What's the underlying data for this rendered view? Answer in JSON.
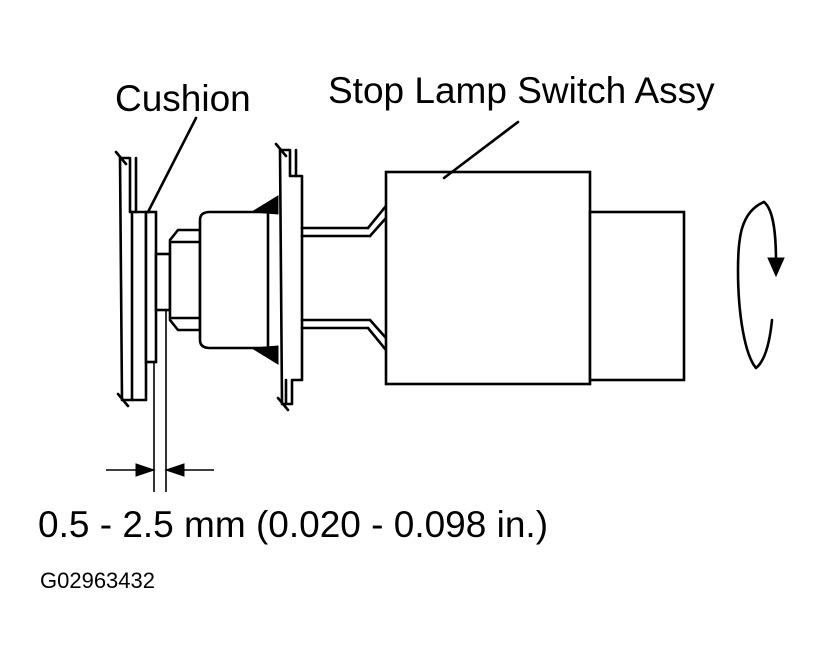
{
  "labels": {
    "cushion": "Cushion",
    "switch_assy": "Stop Lamp Switch Assy",
    "clearance": "0.5 - 2.5 mm (0.020 - 0.098 in.)",
    "figure_code": "G02963432"
  }
}
